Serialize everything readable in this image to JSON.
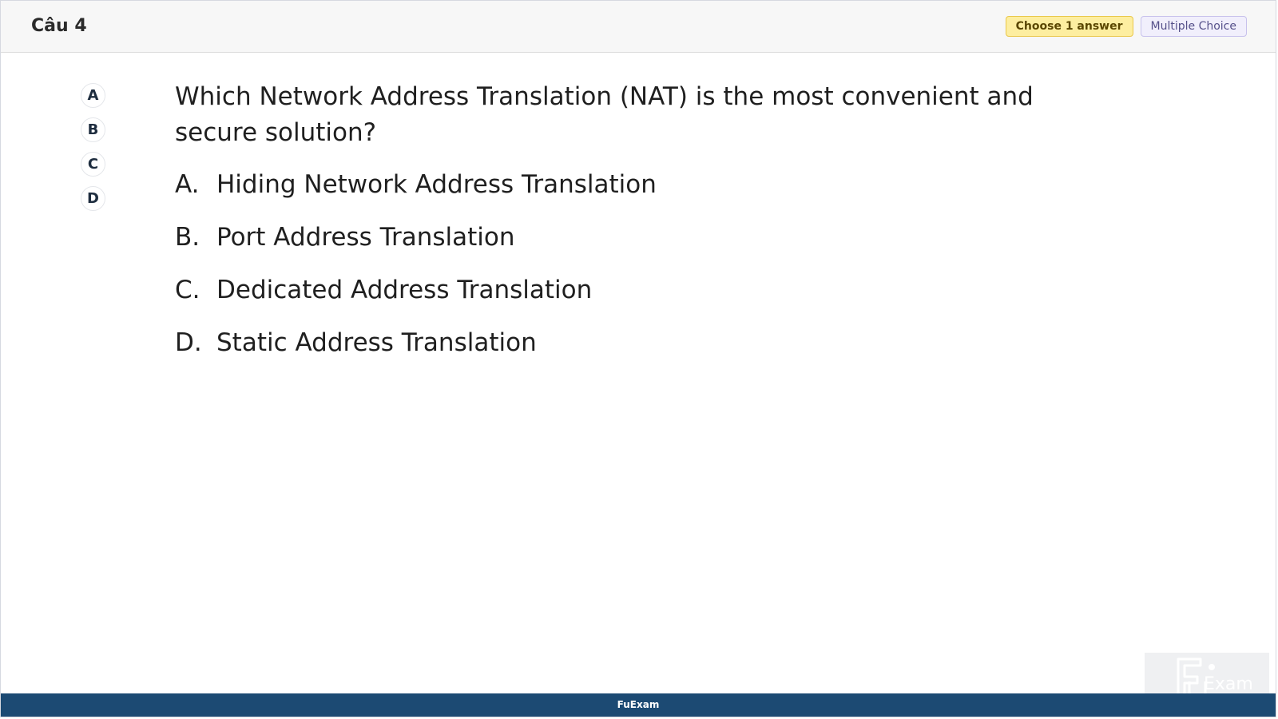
{
  "header": {
    "question_number": "Câu 4",
    "badge_choose": "Choose 1 answer",
    "badge_type": "Multiple Choice"
  },
  "answer_buttons": [
    "A",
    "B",
    "C",
    "D"
  ],
  "question": {
    "text": "Which Network Address Translation (NAT) is the most convenient and secure solution?"
  },
  "options": [
    {
      "letter": "A.",
      "text": "Hiding Network Address Translation"
    },
    {
      "letter": "B.",
      "text": "Port Address Translation"
    },
    {
      "letter": "C.",
      "text": "Dedicated Address Translation"
    },
    {
      "letter": "D.",
      "text": "Static Address Translation"
    }
  ],
  "footer": {
    "brand": "FuExam"
  },
  "watermark": {
    "logo_text": "FuExam"
  },
  "colors": {
    "footer_bg": "#1c4a73",
    "badge_choose_bg": "#fdeea0",
    "badge_type_bg": "#f1effc"
  }
}
